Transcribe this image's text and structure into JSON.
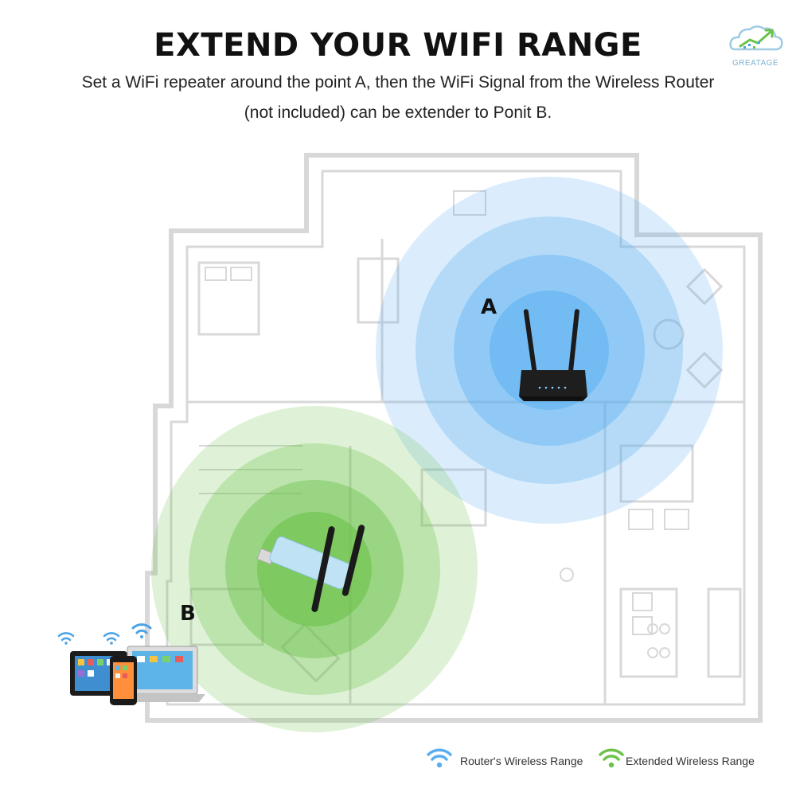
{
  "header": {
    "title": "EXTEND YOUR WIFI RANGE",
    "subtitle_line1": "Set a WiFi repeater around the point A, then the WiFi Signal from the Wireless Router",
    "subtitle_line2": "(not included) can be extender to Ponit B."
  },
  "logo": {
    "text": "GREATAGE"
  },
  "points": {
    "a": "A",
    "b": "B"
  },
  "legend": {
    "router": {
      "label": "Router's Wireless Range",
      "icon": "wifi-icon",
      "color": "#5aaef0"
    },
    "extended": {
      "label": "Extended Wireless Range",
      "icon": "wifi-icon",
      "color": "#6cc24a"
    }
  },
  "colors": {
    "router_range": "#5aaef0",
    "extended_range": "#6cc24a"
  }
}
